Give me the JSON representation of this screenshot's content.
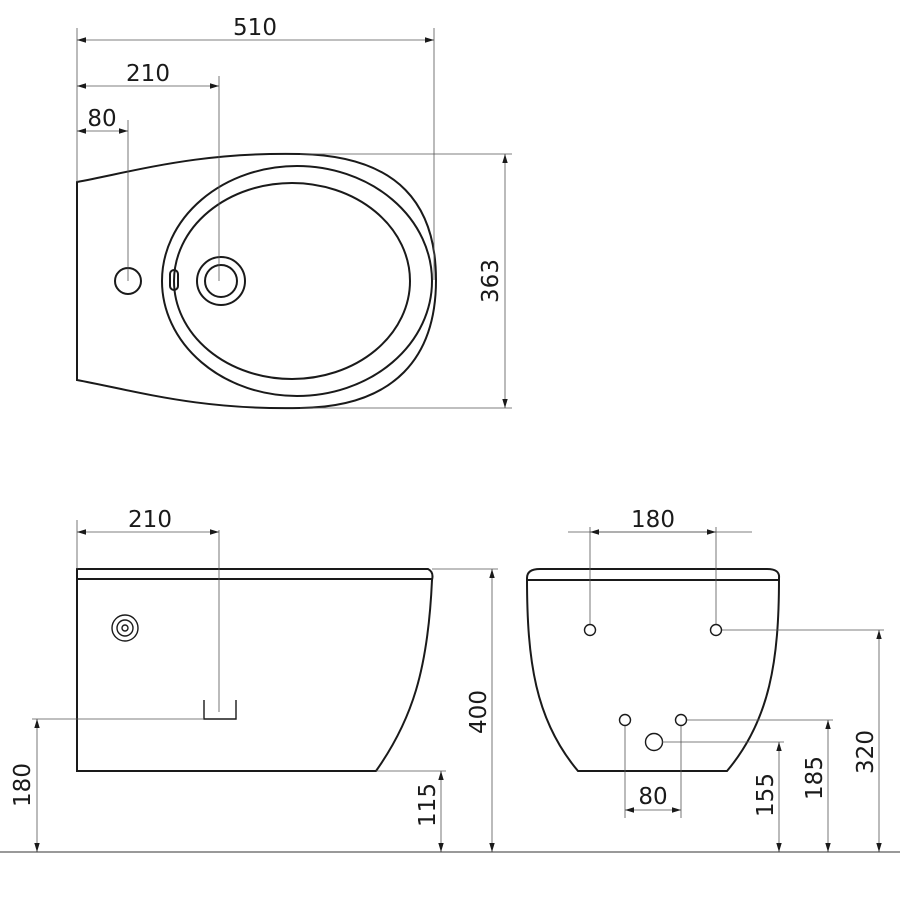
{
  "drawing": {
    "top_view": {
      "dim_total_width": "510",
      "dim_center_offset": "210",
      "dim_tap_offset": "80",
      "dim_depth": "363"
    },
    "side_view": {
      "dim_center_offset": "210",
      "dim_drain_height": "180",
      "dim_base_height": "115",
      "dim_total_height": "400"
    },
    "rear_view": {
      "dim_fixing_spacing": "180",
      "dim_supply_spacing": "80",
      "dim_drain_height": "155",
      "dim_supply_height": "185",
      "dim_fixing_height": "320"
    }
  }
}
